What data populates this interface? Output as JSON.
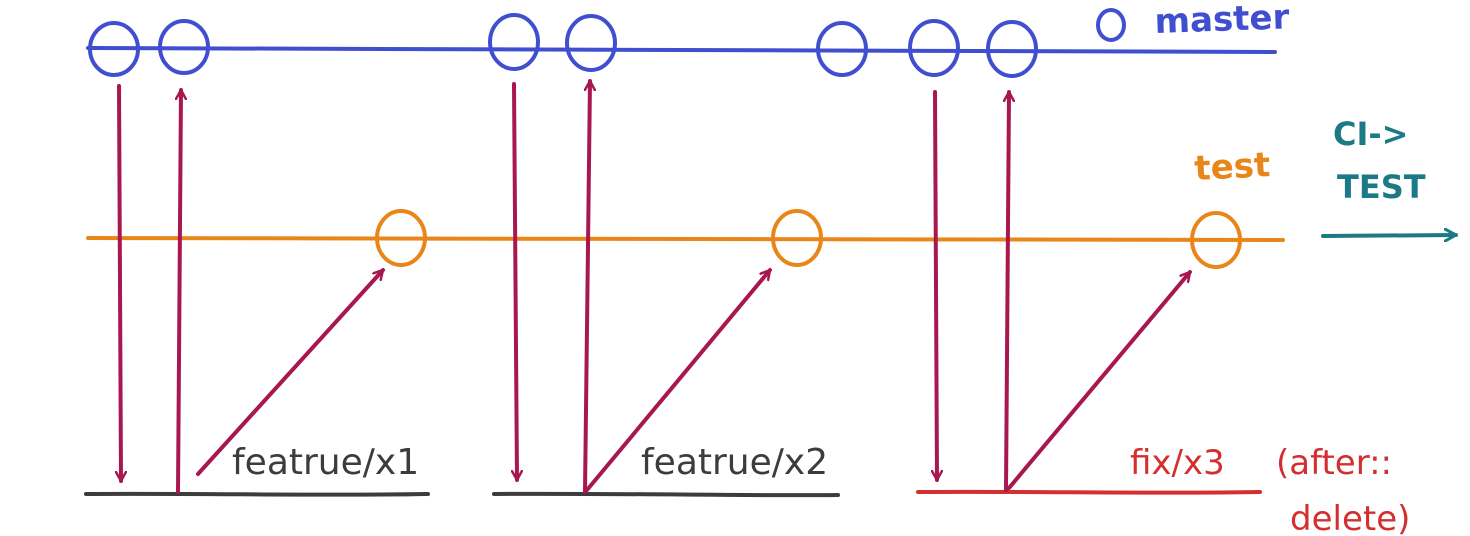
{
  "colors": {
    "master": "#3f4fd0",
    "test": "#e9861a",
    "arrow": "#a8174f",
    "feature_line": "#3c3c3c",
    "fix": "#d42f2f",
    "ci": "#1c7a87"
  },
  "labels": {
    "master": "master",
    "test": "test",
    "ci_line1": "CI->",
    "ci_line2": "TEST",
    "feature1": "featrue/x1",
    "feature2": "featrue/x2",
    "fix": "fix/x3",
    "fix_note_line1": "(after::",
    "fix_note_line2": "delete)"
  }
}
